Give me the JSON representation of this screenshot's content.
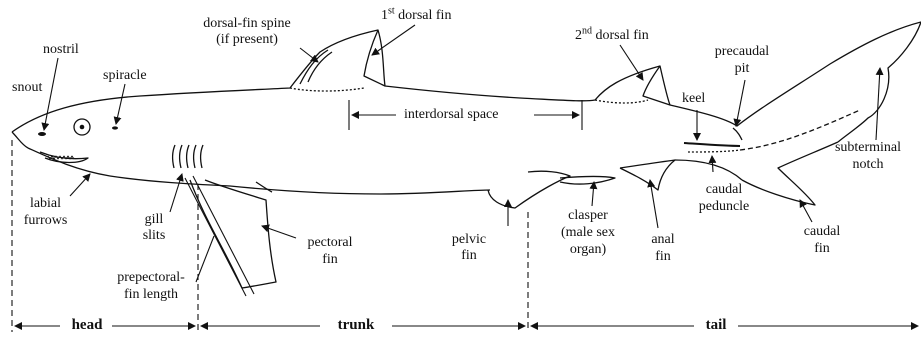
{
  "labels": {
    "snout": "snout",
    "nostril": "nostril",
    "spiracle": "spiracle",
    "dorsal_spine_1": "dorsal-fin spine",
    "dorsal_spine_2": "(if present)",
    "first_dorsal_sup": "st",
    "first_dorsal_num": "1",
    "first_dorsal_text": " dorsal fin",
    "second_dorsal_num": "2",
    "second_dorsal_sup": "nd",
    "second_dorsal_text": " dorsal fin",
    "precaudal_1": "precaudal",
    "precaudal_2": "pit",
    "keel": "keel",
    "interdorsal": "interdorsal space",
    "subterminal_1": "subterminal",
    "subterminal_2": "notch",
    "labial_1": "labial",
    "labial_2": "furrows",
    "gill_1": "gill",
    "gill_2": "slits",
    "pectoral_1": "pectoral",
    "pectoral_2": "fin",
    "prepectoral_1": "prepectoral-",
    "prepectoral_2": "fin length",
    "pelvic_1": "pelvic",
    "pelvic_2": "fin",
    "clasper_1": "clasper",
    "clasper_2": "(male sex",
    "clasper_3": "organ)",
    "anal_1": "anal",
    "anal_2": "fin",
    "peduncle_1": "caudal",
    "peduncle_2": "peduncle",
    "caudal_1": "caudal",
    "caudal_2": "fin",
    "head": "head",
    "trunk": "trunk",
    "tail": "tail"
  },
  "colors": {
    "ink": "#111111",
    "background": "#ffffff"
  }
}
